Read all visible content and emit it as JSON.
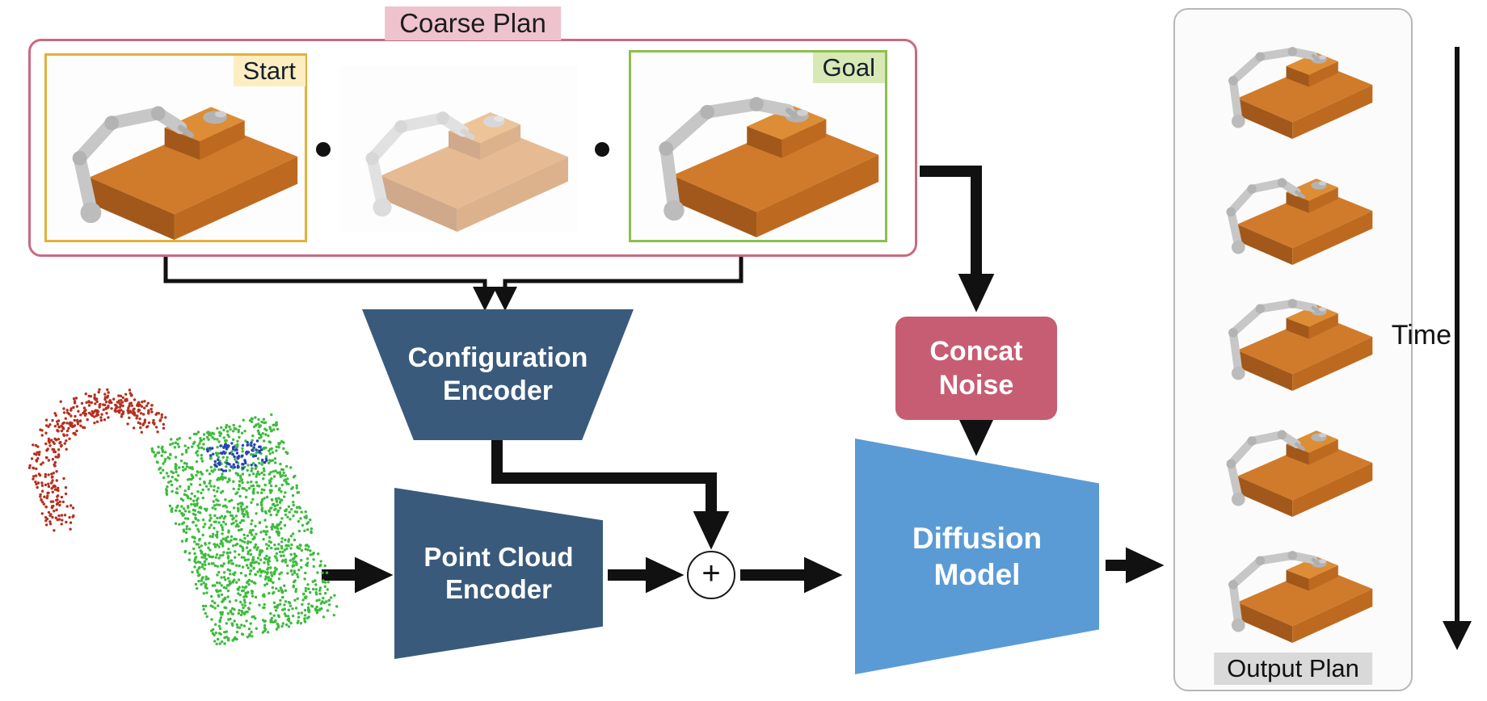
{
  "coarse_plan": {
    "title": "Coarse Plan",
    "start_label": "Start",
    "goal_label": "Goal",
    "border_color": "#c96a7f",
    "title_bg": "#eec3cd",
    "start_border_color": "#e2b03c",
    "start_tag_bg": "#fdeec2",
    "goal_border_color": "#8cbf4f",
    "goal_tag_bg": "#d8e9b6"
  },
  "nodes": {
    "configuration_encoder": {
      "line1": "Configuration",
      "line2": "Encoder",
      "fill": "#3a5a7c"
    },
    "point_cloud_encoder": {
      "line1": "Point Cloud",
      "line2": "Encoder",
      "fill": "#3a5a7c"
    },
    "concat_noise": {
      "line1": "Concat",
      "line2": "Noise",
      "fill": "#c75d73"
    },
    "diffusion_model": {
      "line1": "Diffusion",
      "line2": "Model",
      "fill": "#5b9bd5"
    },
    "sum": {
      "symbol": "+"
    }
  },
  "point_cloud": {
    "robot_color": "#b5301f",
    "scene_color": "#3dbb3d",
    "object_color": "#2b3fbf"
  },
  "output_plan": {
    "label": "Output Plan",
    "frame_count": 5,
    "label_bg": "#d9d9d9"
  },
  "time_label": "Time",
  "arrow_color": "#111111",
  "scene_colors": {
    "box_orange": "#d07b2b",
    "robot_gray": "#c7c7c7"
  }
}
